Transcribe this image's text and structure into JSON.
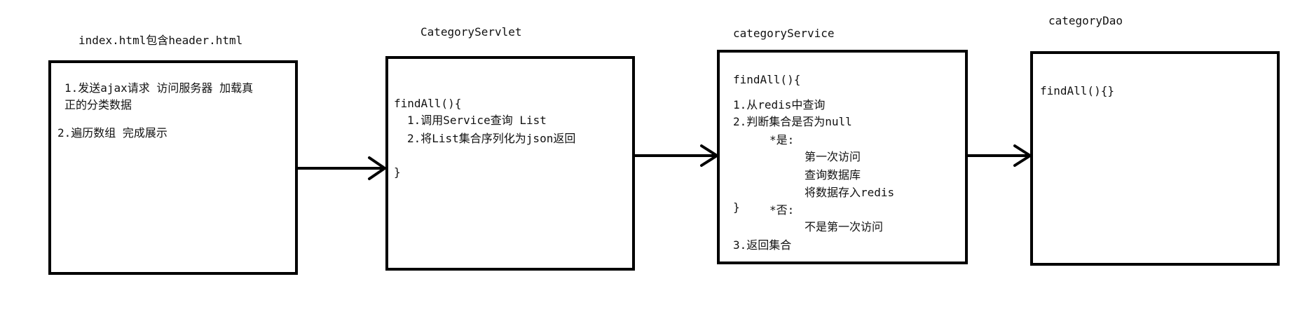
{
  "diagram": {
    "boxes": [
      {
        "id": "index",
        "title": "index.html包含header.html",
        "lines": [
          "1.发送ajax请求 访问服务器 加载真",
          "正的分类数据",
          "2.遍历数组 完成展示"
        ]
      },
      {
        "id": "servlet",
        "title": "CategoryServlet",
        "lines": [
          "findAll(){",
          "1.调用Service查询 List",
          "2.将List集合序列化为json返回",
          "}"
        ]
      },
      {
        "id": "service",
        "title": "categoryService",
        "lines": [
          "findAll(){",
          "1.从redis中查询",
          "2.判断集合是否为null",
          "*是:",
          "第一次访问",
          "查询数据库",
          "将数据存入redis",
          "}",
          "*否:",
          "不是第一次访问",
          "3.返回集合"
        ]
      },
      {
        "id": "dao",
        "title": "categoryDao",
        "lines": [
          "findAll(){}"
        ]
      }
    ]
  }
}
